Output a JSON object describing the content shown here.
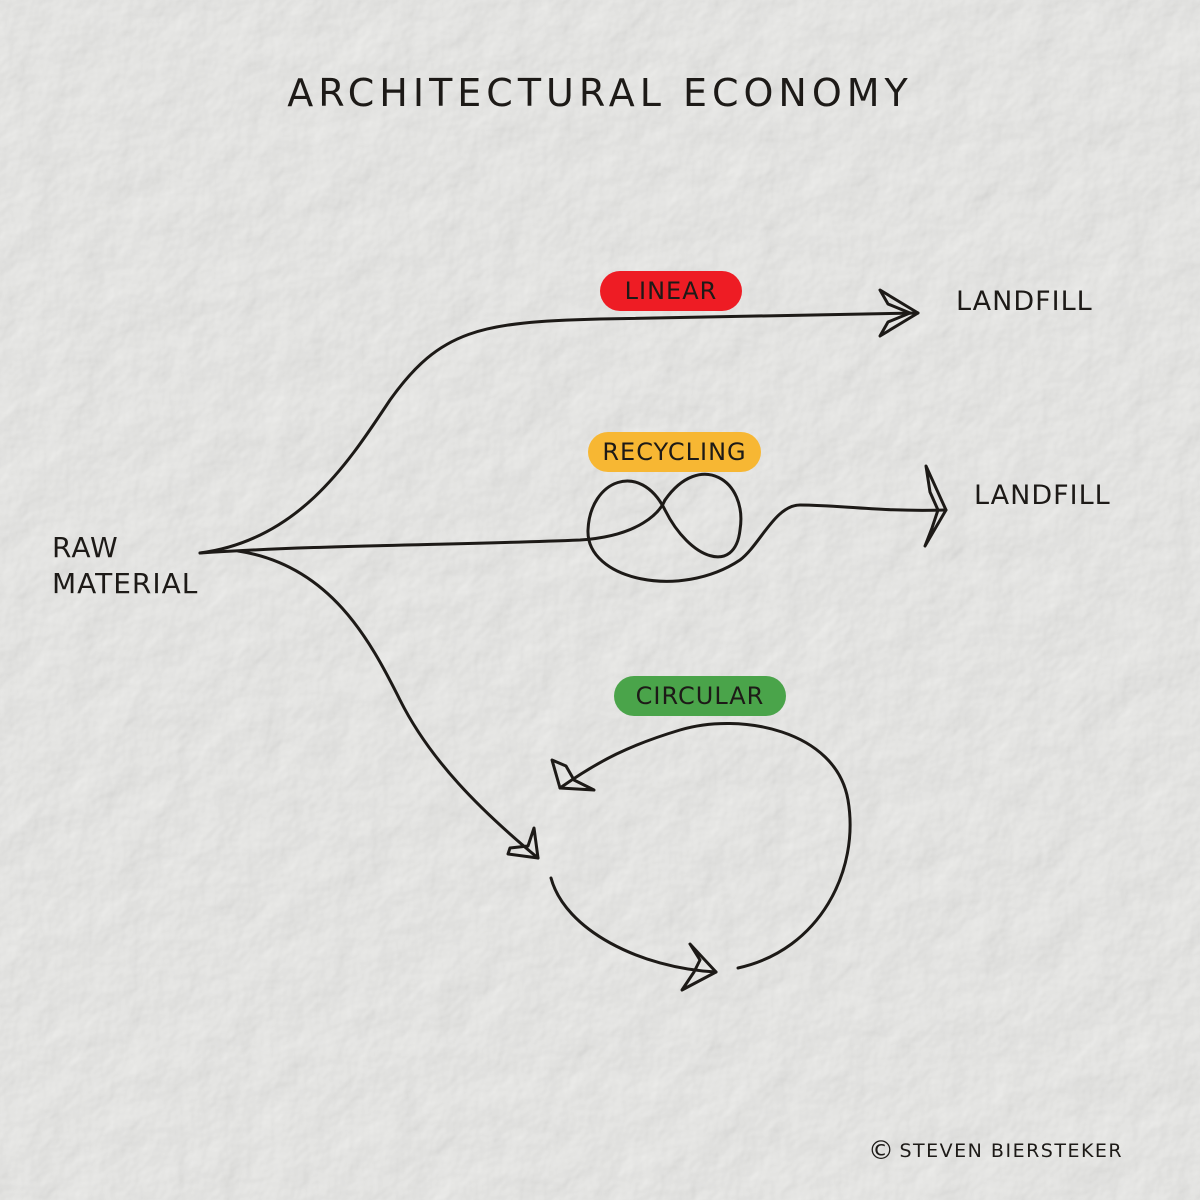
{
  "title": "Architectural Economy",
  "source": {
    "label_line1": "RAW",
    "label_line2": "MATERIAL"
  },
  "paths": {
    "linear": {
      "label": "LINEAR",
      "color": "#ee1c24",
      "destination": "LANDFILL"
    },
    "recycling": {
      "label": "RECYCLING",
      "color": "#f7b733",
      "destination": "LANDFILL"
    },
    "circular": {
      "label": "CIRCULAR",
      "color": "#4aa44a"
    }
  },
  "credit": {
    "symbol": "©",
    "author": "STEVEN BIERSTEKER"
  },
  "style": {
    "paper_color": "#eeeeec",
    "ink_color": "#1d1a17"
  }
}
